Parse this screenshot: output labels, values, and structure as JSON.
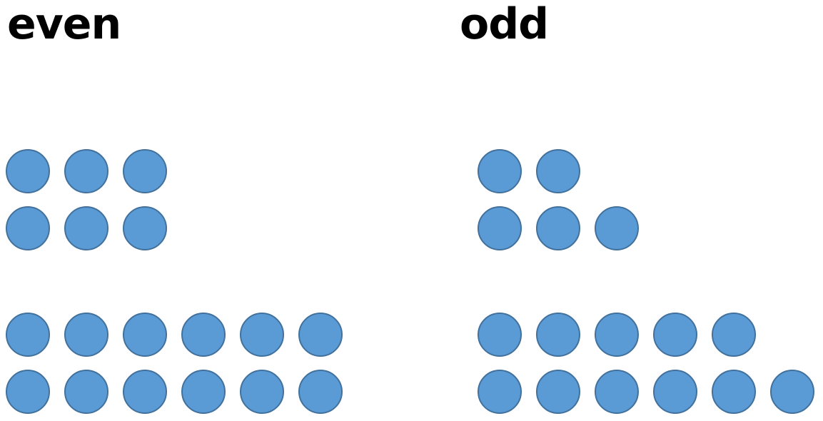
{
  "headings": {
    "even": "even",
    "odd": "odd"
  },
  "colors": {
    "dot_fill": "#5b9bd5",
    "dot_stroke": "#41719c",
    "text": "#000000",
    "background": "#ffffff"
  },
  "groups": [
    {
      "name": "even-top",
      "rows": [
        3,
        3
      ]
    },
    {
      "name": "even-bottom",
      "rows": [
        6,
        6
      ]
    },
    {
      "name": "odd-top",
      "rows": [
        2,
        3
      ]
    },
    {
      "name": "odd-bottom",
      "rows": [
        5,
        6
      ]
    }
  ]
}
